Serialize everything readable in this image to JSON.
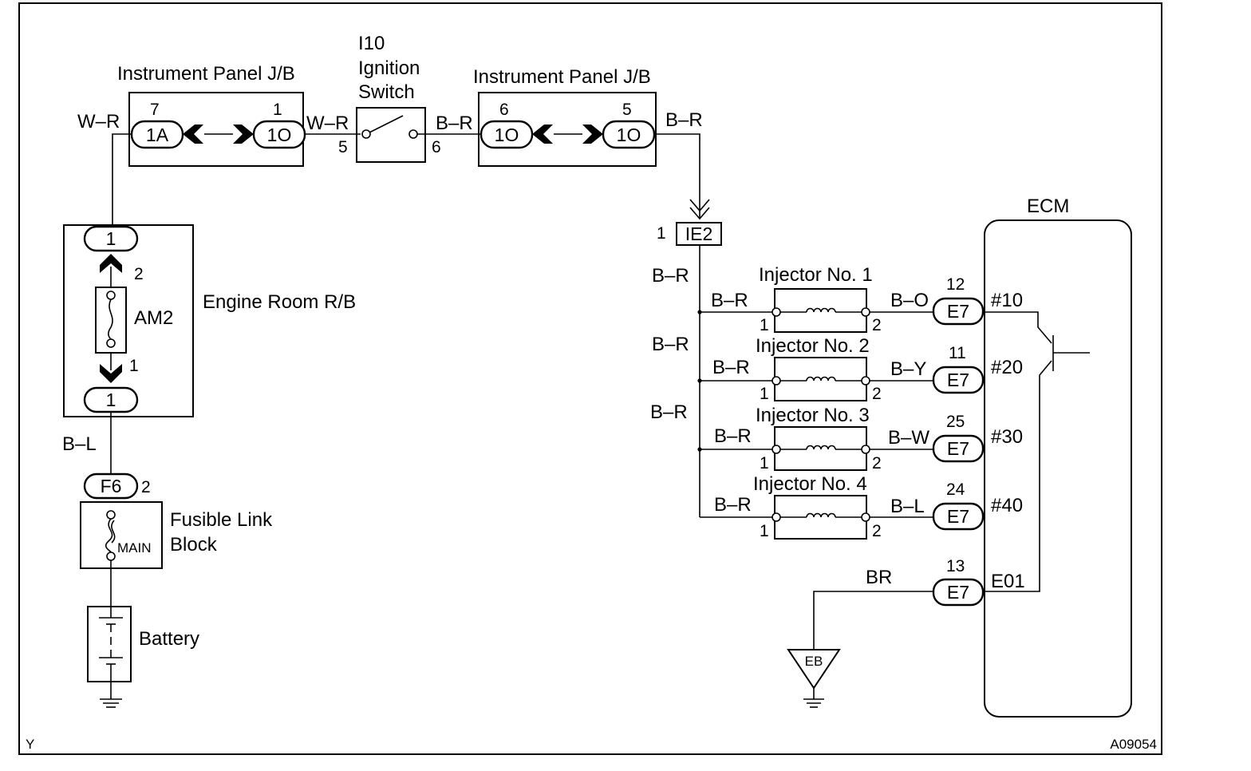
{
  "labels": {
    "ipjb1": "Instrument Panel J/B",
    "ipjb2": "Instrument Panel J/B",
    "ign1": "I10",
    "ign2": "Ignition",
    "ign3": "Switch",
    "engine_rb": "Engine Room R/B",
    "am2": "AM2",
    "fusible1": "Fusible Link",
    "fusible2": "Block",
    "main": "MAIN",
    "battery": "Battery",
    "ecm": "ECM",
    "inj1": "Injector No. 1",
    "inj2": "Injector No. 2",
    "inj3": "Injector No. 3",
    "inj4": "Injector No. 4",
    "eb": "EB",
    "corner_left": "Y",
    "corner_right": "A09054"
  },
  "wires": {
    "wr_left": "W–R",
    "wr_mid": "W–R",
    "br_mid": "B–R",
    "br_right": "B–R",
    "bl_left": "B–L",
    "br_bus1": "B–R",
    "br_bus2": "B–R",
    "br_bus3": "B–R",
    "inj1_in": "B–R",
    "inj2_in": "B–R",
    "inj3_in": "B–R",
    "inj4_in": "B–R",
    "inj1_out": "B–O",
    "inj2_out": "B–Y",
    "inj3_out": "B–W",
    "inj4_out": "B–L",
    "ground_br": "BR"
  },
  "connectors": {
    "c1a": "1A",
    "c1o_a": "1O",
    "c1o_b": "1O",
    "c1o_c": "1O",
    "r1_top": "1",
    "r1_bot": "1",
    "f6": "F6",
    "ie2": "IE2",
    "e7_1": "E7",
    "e7_2": "E7",
    "e7_3": "E7",
    "e7_4": "E7",
    "e7_5": "E7"
  },
  "pins": {
    "p7": "7",
    "p1_ipjb": "1",
    "p5_ign": "5",
    "p6_ign": "6",
    "p6_ipjb": "6",
    "p5_ipjb": "5",
    "p2_rb": "2",
    "p1_rb": "1",
    "p2_f6": "2",
    "p1_ie2": "1",
    "e7_12": "12",
    "e7_11": "11",
    "e7_25": "25",
    "e7_24": "24",
    "e7_13": "13",
    "inj1_p1": "1",
    "inj1_p2": "2",
    "inj2_p1": "1",
    "inj2_p2": "2",
    "inj3_p1": "1",
    "inj3_p2": "2",
    "inj4_p1": "1",
    "inj4_p2": "2"
  },
  "ecm_terminals": {
    "t10": "#10",
    "t20": "#20",
    "t30": "#30",
    "t40": "#40",
    "e01": "E01"
  }
}
